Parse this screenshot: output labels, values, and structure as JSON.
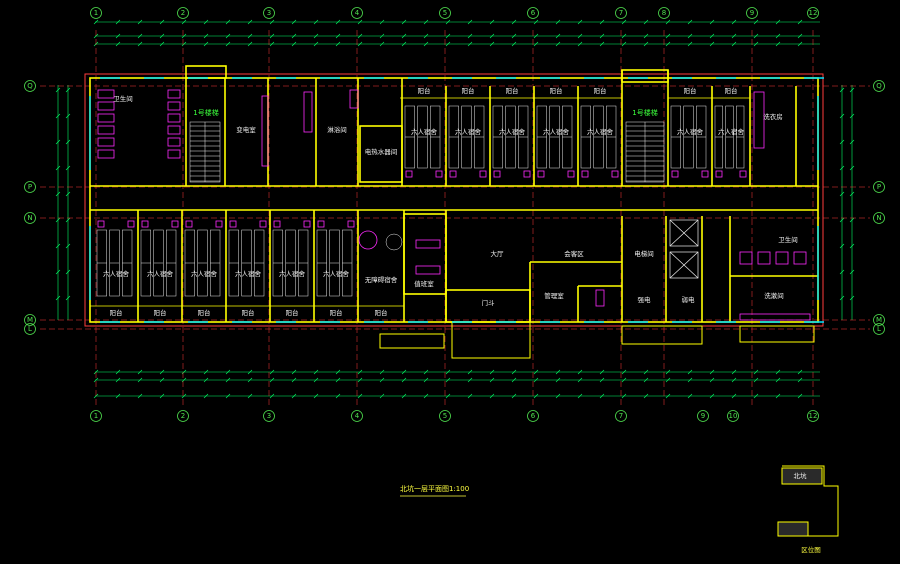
{
  "drawing": {
    "title": "北坑一层平面图1:100",
    "key_plan_label": "区位图",
    "key_plan_tag": "北坑"
  },
  "grid": {
    "columns": [
      "1",
      "2",
      "3",
      "4",
      "5",
      "6",
      "7",
      "8",
      "9",
      "10",
      "12"
    ],
    "rows": [
      "Q",
      "P",
      "N",
      "M",
      "L"
    ]
  },
  "rooms": {
    "wc_left": "卫生间",
    "stair_left": "1号楼梯",
    "substation": "变电室",
    "bath": "淋浴间",
    "electric": "电热水器间",
    "stair_right": "1号楼梯",
    "laundry": "洗衣房",
    "lobby": "大厅",
    "reception": "会客区",
    "duty": "值班室",
    "mgmt": "管理室",
    "elevator": "电梯间",
    "power": "强电",
    "weak": "弱电",
    "wc_right": "卫生间",
    "washroom": "洗漱间",
    "entrance": "门斗",
    "sixbed": "六人宿舍",
    "balcony": "阳台",
    "accessible": "无障碍宿舍"
  },
  "colors": {
    "background": "#000000",
    "wall": "#ffff00",
    "grid": "#ff3b3b",
    "dimension": "#00ff66",
    "furniture": "#ff2bff",
    "window": "#00e5ff",
    "text": "#ffffff"
  }
}
